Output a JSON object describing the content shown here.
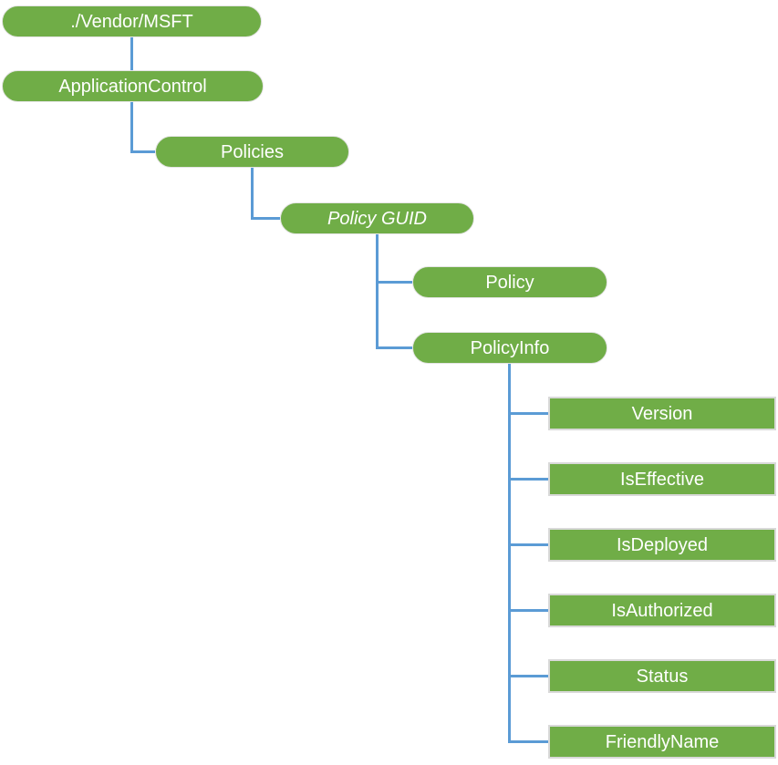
{
  "diagram": {
    "type": "tree",
    "colors": {
      "node_fill": "#70AD47",
      "node_text": "#FFFFFF",
      "pill_border": "#E4E4E4",
      "rect_border": "#D9D9D9",
      "connector": "#5B9BD5",
      "background": "#FFFFFF"
    },
    "nodes": [
      {
        "id": "vendor-msft",
        "label": "./Vendor/MSFT",
        "shape": "pill",
        "italic": false
      },
      {
        "id": "application-control",
        "label": "ApplicationControl",
        "shape": "pill",
        "italic": false
      },
      {
        "id": "policies",
        "label": "Policies",
        "shape": "pill",
        "italic": false
      },
      {
        "id": "policy-guid",
        "label": "Policy GUID",
        "shape": "pill",
        "italic": true
      },
      {
        "id": "policy",
        "label": "Policy",
        "shape": "pill",
        "italic": false
      },
      {
        "id": "policy-info",
        "label": "PolicyInfo",
        "shape": "pill",
        "italic": false
      },
      {
        "id": "version",
        "label": "Version",
        "shape": "rect",
        "italic": false
      },
      {
        "id": "is-effective",
        "label": "IsEffective",
        "shape": "rect",
        "italic": false
      },
      {
        "id": "is-deployed",
        "label": "IsDeployed",
        "shape": "rect",
        "italic": false
      },
      {
        "id": "is-authorized",
        "label": "IsAuthorized",
        "shape": "rect",
        "italic": false
      },
      {
        "id": "status",
        "label": "Status",
        "shape": "rect",
        "italic": false
      },
      {
        "id": "friendly-name",
        "label": "FriendlyName",
        "shape": "rect",
        "italic": false
      }
    ],
    "edges": [
      {
        "from": "./Vendor/MSFT",
        "to": "ApplicationControl"
      },
      {
        "from": "ApplicationControl",
        "to": "Policies"
      },
      {
        "from": "Policies",
        "to": "Policy GUID"
      },
      {
        "from": "Policy GUID",
        "to": "Policy"
      },
      {
        "from": "Policy GUID",
        "to": "PolicyInfo"
      },
      {
        "from": "PolicyInfo",
        "to": "Version"
      },
      {
        "from": "PolicyInfo",
        "to": "IsEffective"
      },
      {
        "from": "PolicyInfo",
        "to": "IsDeployed"
      },
      {
        "from": "PolicyInfo",
        "to": "IsAuthorized"
      },
      {
        "from": "PolicyInfo",
        "to": "Status"
      },
      {
        "from": "PolicyInfo",
        "to": "FriendlyName"
      }
    ]
  }
}
